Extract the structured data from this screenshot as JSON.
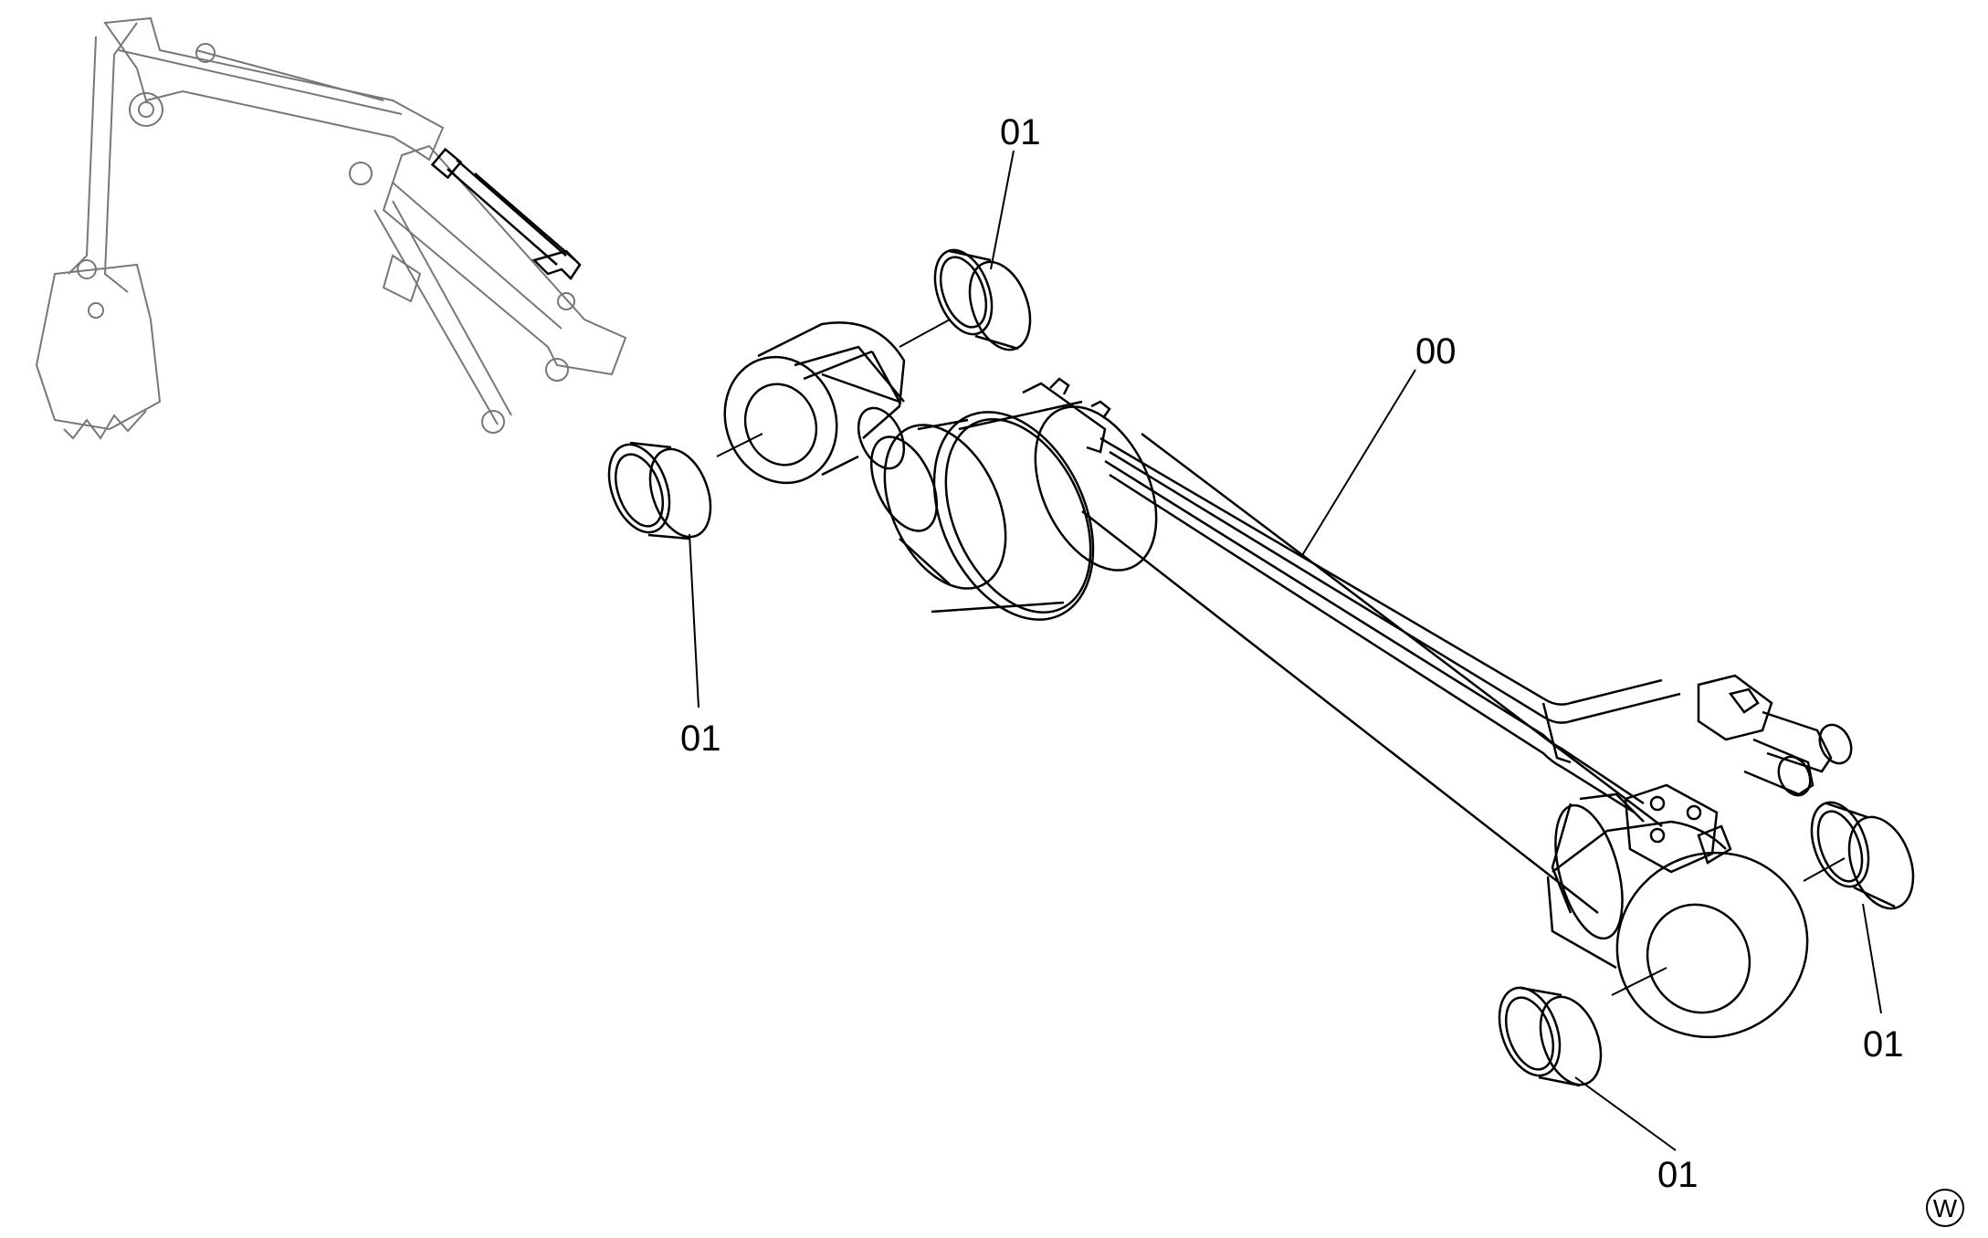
{
  "diagram": {
    "callouts": [
      {
        "id": "c-top",
        "label": "01"
      },
      {
        "id": "c-left",
        "label": "01"
      },
      {
        "id": "c-main",
        "label": "00"
      },
      {
        "id": "c-right",
        "label": "01"
      },
      {
        "id": "c-bottom",
        "label": "01"
      }
    ],
    "corner_mark": "W"
  },
  "colors": {
    "line": "#000000",
    "line_faint": "#666666",
    "background": "#ffffff"
  }
}
